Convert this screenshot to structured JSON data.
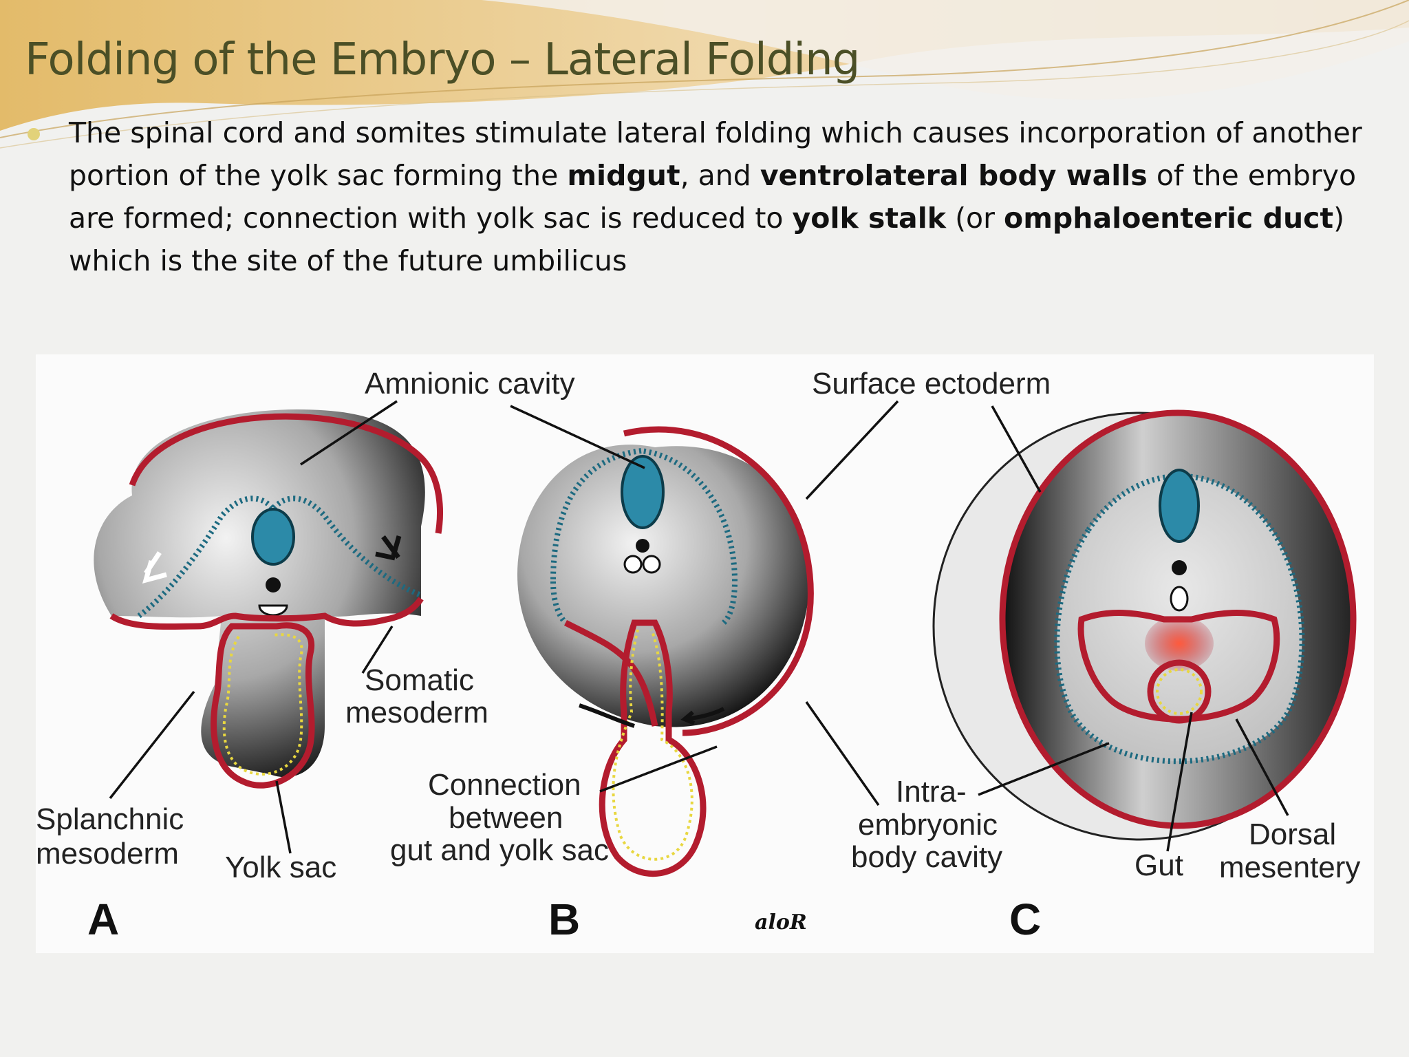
{
  "slide": {
    "title": "Folding of the Embryo – Lateral Folding",
    "bullet": {
      "t1": "The spinal cord and somites stimulate lateral folding which causes incorporation of another portion of the yolk sac forming the ",
      "b1": "midgut",
      "t2": ", and ",
      "b2": "ventrolateral body walls",
      "t3": " of the embryo are formed; connection with yolk sac is reduced to ",
      "b3": "yolk stalk",
      "t4": " (or ",
      "b4": "omphaloenteric duct",
      "t5": ") which is the site of the future umbilicus"
    }
  },
  "figure": {
    "labels": {
      "amnionic_cavity": "Amnionic cavity",
      "surface_ectoderm": "Surface ectoderm",
      "somatic_1": "Somatic",
      "somatic_2": "mesoderm",
      "splanchnic_1": "Splanchnic",
      "splanchnic_2": "mesoderm",
      "yolk_sac": "Yolk sac",
      "connection_1": "Connection",
      "connection_2": "between",
      "connection_3": "gut and yolk sac",
      "intra_1": "Intra-",
      "intra_2": "embryonic",
      "intra_3": "body cavity",
      "gut": "Gut",
      "dorsal_1": "Dorsal",
      "dorsal_2": "mesentery"
    },
    "panels": [
      "A",
      "B",
      "C"
    ],
    "signature": "aloR"
  }
}
